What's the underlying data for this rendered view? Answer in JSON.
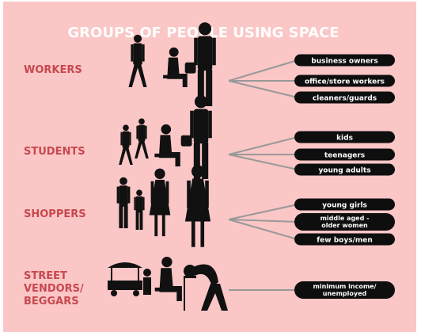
{
  "title": "GROUPS OF PEOPLE USING SPACE",
  "colors": {
    "background": "#fac6c6",
    "title": "#ffffff",
    "group_label": "#c8484f",
    "pill": "#0e0e0e",
    "pill_text": "#ffffff",
    "connector": "#999999",
    "silhouette": "#111111"
  },
  "groups": [
    {
      "id": "workers",
      "label_lines": [
        "WORKERS"
      ],
      "icons": [
        "walking-worker-icon",
        "seated-worker-icon",
        "businessman-icon"
      ],
      "items": [
        "business owners",
        "office/store workers",
        "cleaners/guards"
      ]
    },
    {
      "id": "students",
      "label_lines": [
        "STUDENTS"
      ],
      "icons": [
        "running-kids-icon",
        "seated-teenager-icon",
        "young-adult-with-bag-icon"
      ],
      "items": [
        "kids",
        "teenagers",
        "young adults"
      ]
    },
    {
      "id": "shoppers",
      "label_lines": [
        "SHOPPERS"
      ],
      "icons": [
        "family-shoppers-icon",
        "older-woman-icon",
        "young-girls-icon"
      ],
      "items": [
        "young girls",
        "middle aged - older women",
        "few boys/men"
      ]
    },
    {
      "id": "vendors",
      "label_lines": [
        "STREET",
        "VENDORS/",
        "BEGGARS"
      ],
      "icons": [
        "vendor-cart-icon",
        "beggar-icon",
        "bent-old-man-icon"
      ],
      "items": [
        "minimum income/ unemployed"
      ]
    }
  ]
}
